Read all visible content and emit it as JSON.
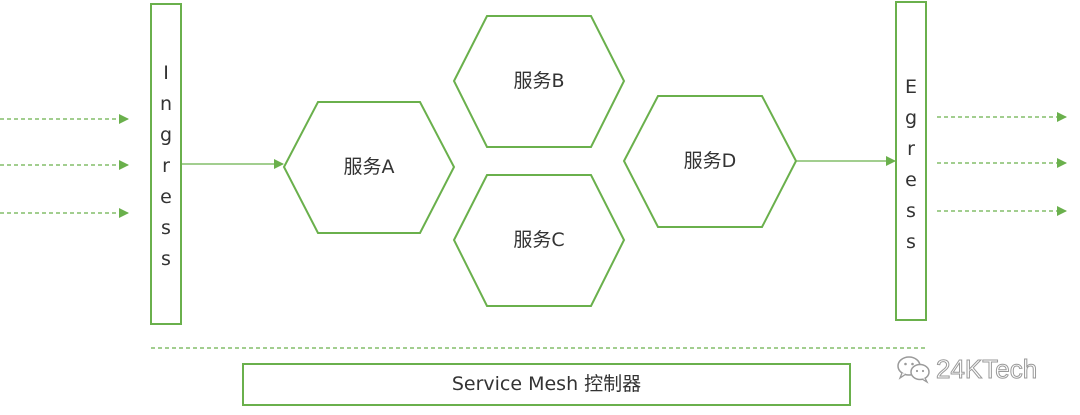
{
  "ingress": {
    "letters": [
      "I",
      "n",
      "g",
      "r",
      "e",
      "s",
      "s"
    ]
  },
  "egress": {
    "letters": [
      "E",
      "g",
      "r",
      "e",
      "s",
      "s"
    ]
  },
  "services": {
    "a": "服务A",
    "b": "服务B",
    "c": "服务C",
    "d": "服务D"
  },
  "controller": "Service Mesh 控制器",
  "watermark": {
    "text": "24KTech",
    "icon": "wechat-icon"
  },
  "colors": {
    "stroke": "#6ab04c",
    "text": "#333333"
  }
}
